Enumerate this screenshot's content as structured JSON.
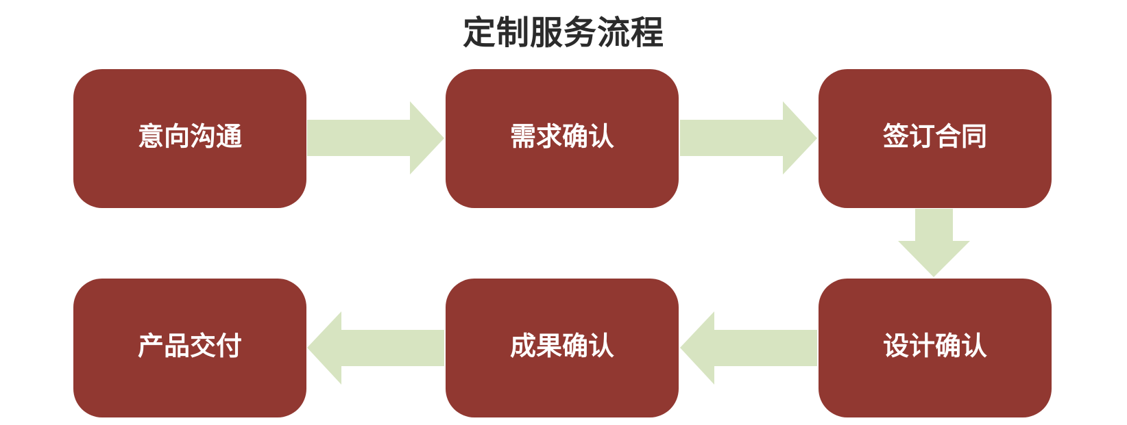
{
  "title": "定制服务流程",
  "colors": {
    "box_fill": "#913831",
    "box_text": "#ffffff",
    "arrow_fill": "#d7e4c1",
    "title_text": "#2b2b2b"
  },
  "steps": [
    {
      "label": "意向沟通"
    },
    {
      "label": "需求确认"
    },
    {
      "label": "签订合同"
    },
    {
      "label": "设计确认"
    },
    {
      "label": "成果确认"
    },
    {
      "label": "产品交付"
    }
  ]
}
